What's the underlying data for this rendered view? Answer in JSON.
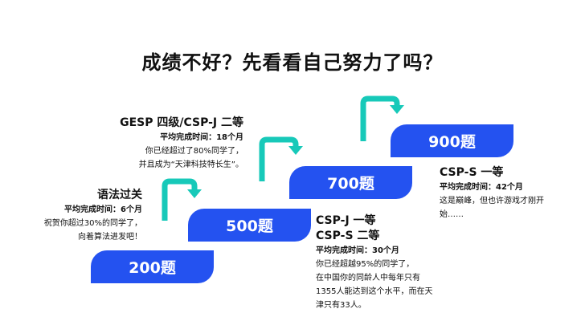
{
  "title": "成绩不好？先看看自己努力了吗？",
  "colors": {
    "bar": "#2452f0",
    "arrow": "#17c9b9"
  },
  "bars": [
    "200题",
    "500题",
    "700题",
    "900题"
  ],
  "levels": [
    {
      "heading": "语法过关",
      "time": "平均完成时间：6个月",
      "lines": [
        "祝贺你超过30%的同学了，",
        "向着算法进发吧！"
      ]
    },
    {
      "heading": "GESP 四级/CSP-J 二等",
      "time": "平均完成时间：18个月",
      "lines": [
        "你已经超过了80%同学了，",
        "并且成为“天津科技特长生”。"
      ]
    },
    {
      "heading": "CSP-J 一等",
      "heading2": "CSP-S 二等",
      "time": "平均完成时间：30个月",
      "lines": [
        "你已经超越95%的同学了，",
        "在中国你的同龄人中每年只有",
        "1355人能达到这个水平，而在天",
        "津只有33人。"
      ]
    },
    {
      "heading": "CSP-S 一等",
      "time": "平均完成时间：42个月",
      "lines": [
        "这是巅峰，但也许游戏才刚开",
        "始……"
      ]
    }
  ]
}
